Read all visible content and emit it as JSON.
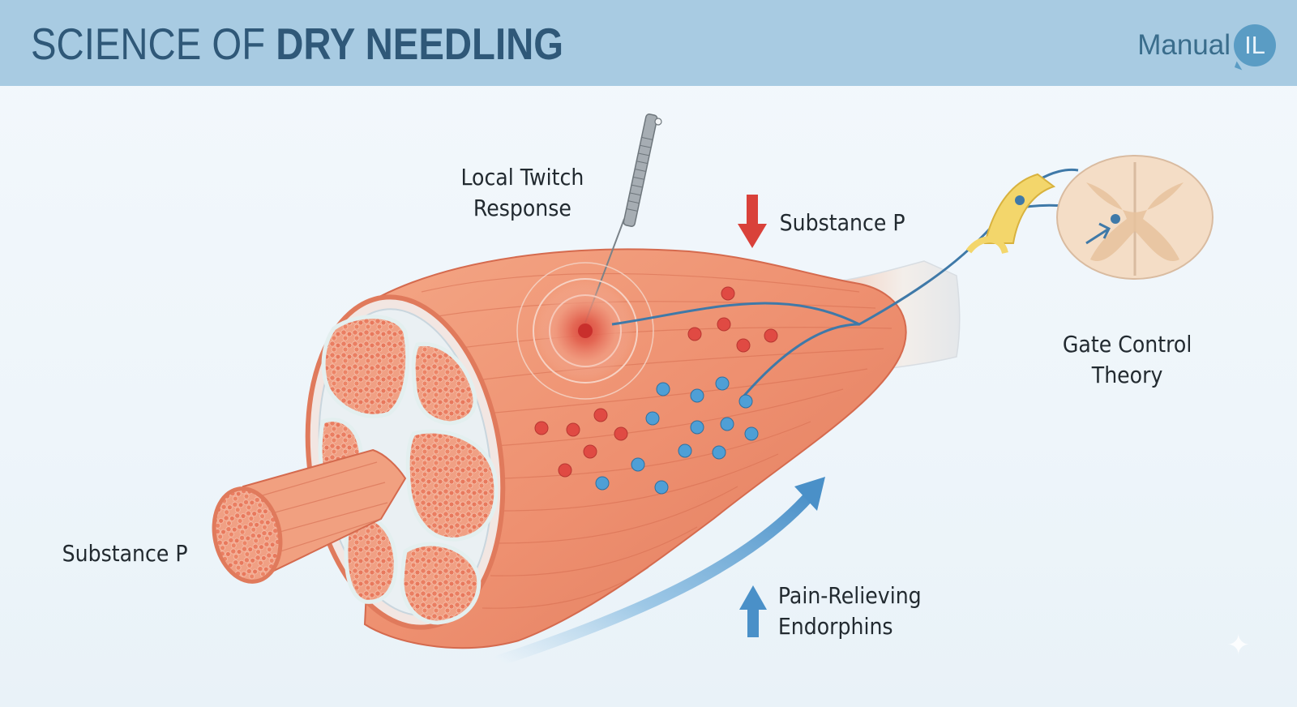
{
  "header": {
    "title_light": "SCIENCE OF ",
    "title_bold": "DRY NEEDLING",
    "logo_text": "Manual",
    "logo_badge": "IL"
  },
  "labels": {
    "local_twitch_line1": "Local Twitch",
    "local_twitch_line2": "Response",
    "substance_p_down": "Substance P",
    "gate_control_line1": "Gate Control",
    "gate_control_line2": "Theory",
    "substance_p_left": "Substance P",
    "endorphins_line1": "Pain-Relieving",
    "endorphins_line2": "Endorphins"
  },
  "colors": {
    "header_bg": "#a8cbe2",
    "title": "#2f5878",
    "muscle": "#ee9272",
    "substance_p_dot": "#e04a43",
    "endorphin_dot": "#4f9fd6",
    "arrow_down": "#d9413a",
    "arrow_up": "#4a90c8",
    "nerve": "#3f79a8"
  },
  "icons": {
    "down_arrow": "arrow-down-icon",
    "up_arrow": "arrow-up-icon",
    "sparkle": "sparkle-icon"
  }
}
